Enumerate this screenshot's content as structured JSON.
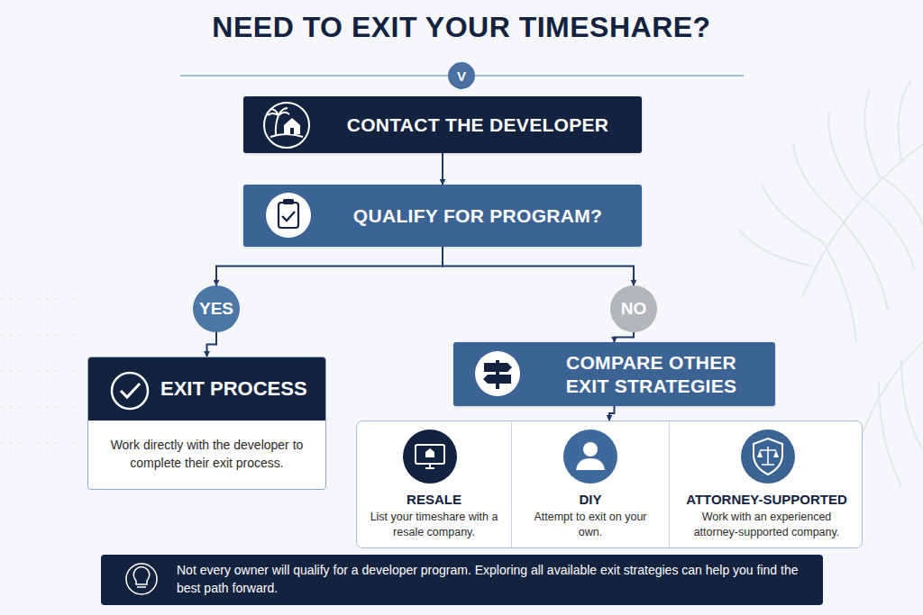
{
  "diagram": {
    "title": "NEED TO EXIT YOUR TIMESHARE?",
    "nodes": [
      {
        "text": [
          "V"
        ]
      },
      {
        "text": [
          "CONTACT THE DEVELOPER"
        ]
      },
      {
        "text": [
          "QUALIFY FOR PROGRAM?"
        ]
      },
      {
        "text": [
          "YES"
        ]
      },
      {
        "text": [
          "NO"
        ]
      },
      {
        "text": [
          "EXIT PROCESS",
          "Work directly with the developer to complete their exit process."
        ]
      },
      {
        "text": [
          "COMPARE OTHER EXIT STRATEGIES"
        ]
      },
      {
        "text": []
      },
      {
        "text": [
          "RESALE",
          "List your timeshare with a resale company."
        ],
        "in": 7
      },
      {
        "text": [
          "DIY",
          "Attempt to exit on your own."
        ],
        "in": 7
      },
      {
        "text": [
          "ATTORNEY-SUPPORTED",
          "Work with an experienced attorney-supported company."
        ],
        "in": 7
      },
      {
        "text": [
          "Not every owner will qualify for a developer program. Exploring all available exit strategies can help you find the best path forward."
        ]
      }
    ],
    "edges": [
      {
        "from": 1,
        "to": 2,
        "arrow": "to"
      },
      {
        "from": 2,
        "to": 3,
        "arrow": "to"
      },
      {
        "from": 2,
        "to": 4,
        "arrow": "to"
      },
      {
        "from": 3,
        "to": 5,
        "arrow": "to"
      },
      {
        "from": 4,
        "to": 6,
        "arrow": "to"
      },
      {
        "from": 6,
        "to": 7,
        "arrow": "to"
      }
    ]
  }
}
